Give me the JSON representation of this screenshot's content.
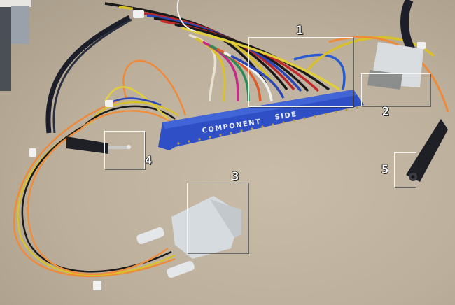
{
  "image": {
    "description": "Photo of an arcade JAMMA wiring harness on a cardboard surface with numbered callout boxes",
    "background_color": "#bfb3a1"
  },
  "connector": {
    "label_left": "COMPONENT",
    "label_right": "SIDE",
    "color": "#2f4fc6"
  },
  "annotations": [
    {
      "number": "1",
      "target": "wire bundle soldered to edge connector"
    },
    {
      "number": "2",
      "target": "DB15 female connector"
    },
    {
      "number": "3",
      "target": "DB15 male connector"
    },
    {
      "number": "4",
      "target": "3.5mm stereo plug"
    },
    {
      "number": "5",
      "target": "3.5mm stereo jack"
    }
  ]
}
